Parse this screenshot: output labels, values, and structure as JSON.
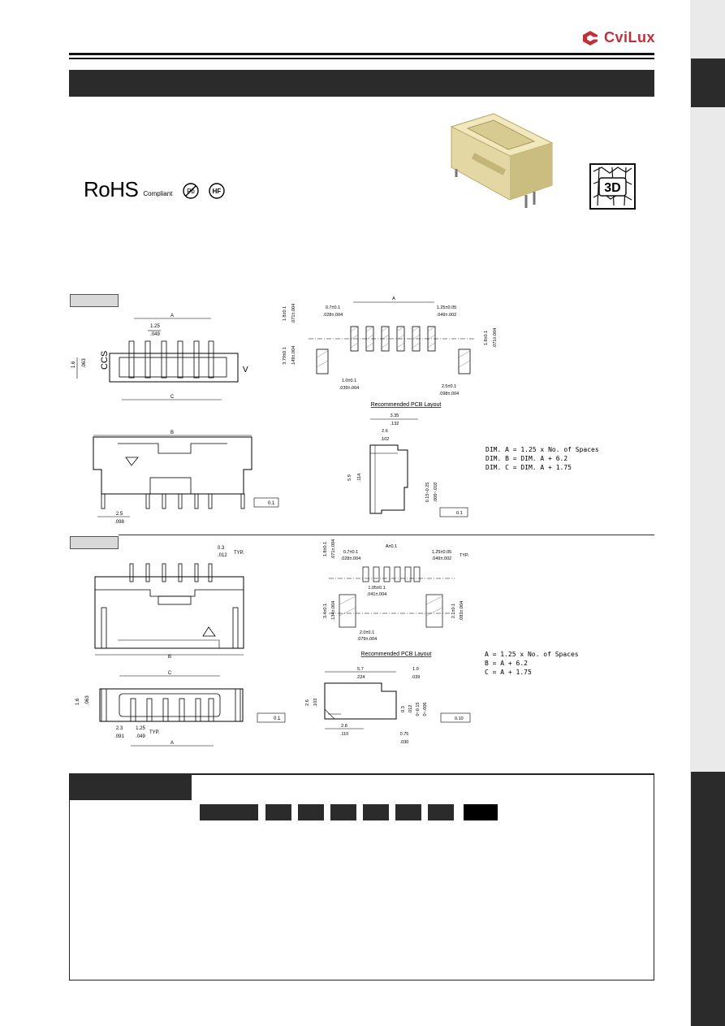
{
  "brand": {
    "name": "CviLux",
    "accent_color": "#c0303a"
  },
  "compliance": {
    "rohs": "RoHS",
    "rohs_sub": "Compliant",
    "pb_icon": "Pb",
    "hf_icon": "HF"
  },
  "badge_3d": "3D",
  "drawing_top": {
    "dim_A": "A",
    "dim_125": "1.25",
    "dim_049": ".049",
    "dim_16": "1.6",
    "dim_063": ".063",
    "dim_C": "C",
    "marking": "CCS",
    "dim_B": "B",
    "dim_25": "2.5",
    "dim_098": ".098",
    "flat_01": "0.1"
  },
  "pcb_top": {
    "label_A": "A",
    "d07": "0.7±0.1",
    "d07i": ".028±.004",
    "d125": "1.25±0.05",
    "d125i": ".049±.002",
    "d18": "1.8±0.1",
    "d18i": ".071±.004",
    "d379": "3.79±0.1",
    "d379i": ".149±.004",
    "d18r": "1.8±0.1",
    "d18ri": ".071±.004",
    "d10": "1.0±0.1",
    "d10i": ".039±.004",
    "d25": "2.5±0.1",
    "d25i": ".098±.004",
    "title": "Recommended PCB Layout",
    "d335": "3.35",
    "d132": ".132",
    "d26": "2.6",
    "d102": ".102",
    "d59": "5.9",
    "d114": ".114",
    "d015": "0.15~0.25",
    "d006": ".006~.010",
    "flat": "0.1"
  },
  "notes_top": [
    "DIM. A = 1.25 x No. of Spaces",
    "DIM. B = DIM. A + 6.2",
    "DIM. C = DIM. A + 1.75"
  ],
  "drawing_bottom": {
    "d03": "0.3",
    "d012": ".012",
    "typ": "TYP.",
    "dim_B": "B",
    "dim_C": "C",
    "d16": "1.6",
    "d063": ".063",
    "d23": "2.3",
    "d091": ".091",
    "d125": "1.25",
    "d049": ".049",
    "typ2": "TYP.",
    "dim_A": "A",
    "flat": "0.1"
  },
  "pcb_bottom": {
    "d18": "1.8±0.1",
    "d18i": ".071±.004",
    "d07": "0.7±0.1",
    "d07i": ".028±.004",
    "dA": "A±0.1",
    "d125": "1.25±0.05",
    "d125i": ".049±.002",
    "typ": "TYP.",
    "d105": "1.05±0.1",
    "d105i": ".041±.004",
    "d34": "3.4±0.1",
    "d34i": ".134±.004",
    "d21": "2.1±0.1",
    "d21i": ".083±.004",
    "d20": "2.0±0.1",
    "d20i": ".079±.004",
    "title": "Recommended PCB Layout",
    "d57": "5.7",
    "d224": ".224",
    "d10": "1.0",
    "d039": ".039",
    "d26": "2.6",
    "d103": ".103",
    "d03": "0.3",
    "d012": ".012",
    "d015": "0~0.15",
    "d006": "0~.006",
    "d28": "2.8",
    "d110": ".110",
    "d075": "0.75",
    "d030": ".030",
    "flat": "0.10"
  },
  "notes_bottom": [
    "A = 1.25 x No. of Spaces",
    "B = A + 6.2",
    "C = A + 1.75"
  ]
}
